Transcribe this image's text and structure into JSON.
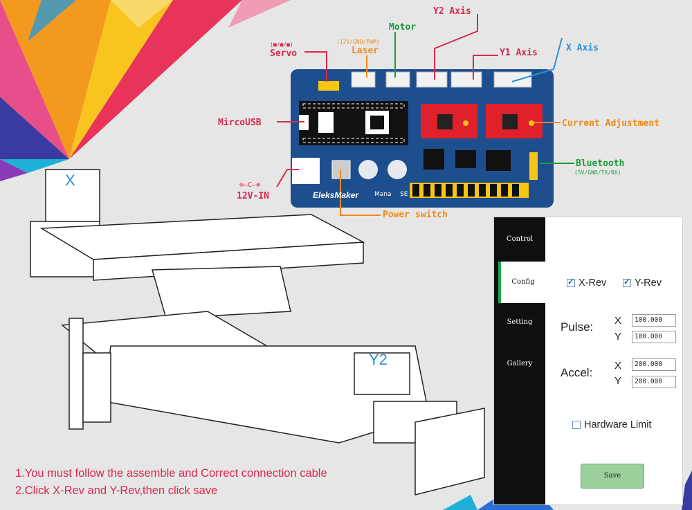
{
  "labels": {
    "servo": "Servo",
    "servo_pins": "(■/■/■)",
    "laser": "Laser",
    "laser_pins": "(12V/GND/PWM)",
    "motor": "Motor",
    "y2_axis": "Y2 Axis",
    "y1_axis": "Y1 Axis",
    "x_axis": "X Axis",
    "micro_usb": "MircoUSB",
    "current_adjustment": "Current Adjustment",
    "bluetooth": "Bluetooth",
    "bluetooth_pins": "(5V/GND/TX/RX)",
    "power_in": "12V-IN",
    "power_symbol": "⊖–C–⊕",
    "power_switch": "Power switch"
  },
  "board": {
    "brand": "EleksMaker",
    "model": "Mana",
    "edition": "SE"
  },
  "axis_tags": {
    "x": "X",
    "y2": "Y2"
  },
  "instructions": [
    "1.You must follow the assemble and Correct connection cable",
    "2.Click X-Rev and Y-Rev,then click save"
  ],
  "config_panel": {
    "tabs": [
      {
        "label": "Control",
        "active": false
      },
      {
        "label": "Config",
        "active": true
      },
      {
        "label": "Setting",
        "active": false
      },
      {
        "label": "Gallery",
        "active": false
      }
    ],
    "x_rev": {
      "label": "X-Rev",
      "checked": true
    },
    "y_rev": {
      "label": "Y-Rev",
      "checked": true
    },
    "pulse": {
      "label": "Pulse:",
      "x_label": "X",
      "y_label": "Y",
      "x_value": "100.000",
      "y_value": "100.000"
    },
    "accel": {
      "label": "Accel:",
      "x_label": "X",
      "y_label": "Y",
      "x_value": "200.000",
      "y_value": "200.000"
    },
    "hardware_limit": {
      "label": "Hardware Limit",
      "checked": false
    },
    "save_label": "Save",
    "accent": "#18a84a"
  },
  "colors": {
    "pcb": "#1d4f8e",
    "red_label": "#d8294c",
    "green_label": "#1c9a3a",
    "blue_label": "#2b8fd6",
    "orange_label": "#f08a1c"
  }
}
